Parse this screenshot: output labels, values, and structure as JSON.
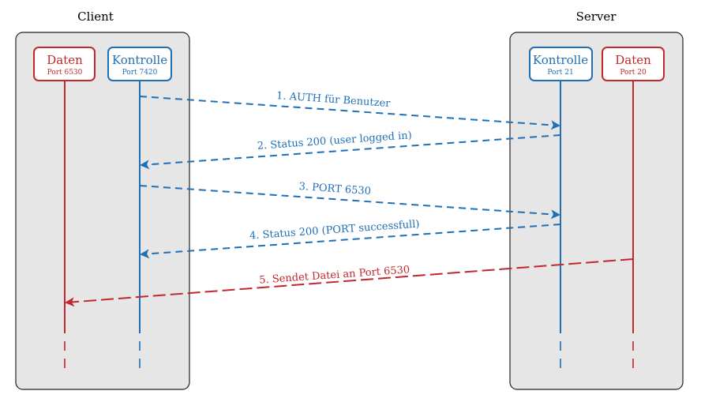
{
  "colors": {
    "control": "#1f6fb6",
    "data": "#c1272d",
    "panel": "#e6e6e6",
    "panel_border": "#222222"
  },
  "groups": [
    {
      "title": "Client"
    },
    {
      "title": "Server"
    }
  ],
  "participants": [
    {
      "title": "Daten",
      "sub": "Port 6530",
      "kind": "data"
    },
    {
      "title": "Kontrolle",
      "sub": "Port 7420",
      "kind": "control"
    },
    {
      "title": "Kontrolle",
      "sub": "Port 21",
      "kind": "control"
    },
    {
      "title": "Daten",
      "sub": "Port 20",
      "kind": "data"
    }
  ],
  "messages": [
    {
      "label": "1. AUTH für Benutzer",
      "from": 1,
      "to": 2,
      "kind": "control"
    },
    {
      "label": "2. Status 200 (user logged in)",
      "from": 2,
      "to": 1,
      "kind": "control"
    },
    {
      "label": "3. PORT 6530",
      "from": 1,
      "to": 2,
      "kind": "control"
    },
    {
      "label": "4. Status 200 (PORT successfull)",
      "from": 2,
      "to": 1,
      "kind": "control"
    },
    {
      "label": "5. Sendet Datei an Port 6530",
      "from": 3,
      "to": 0,
      "kind": "data"
    }
  ]
}
